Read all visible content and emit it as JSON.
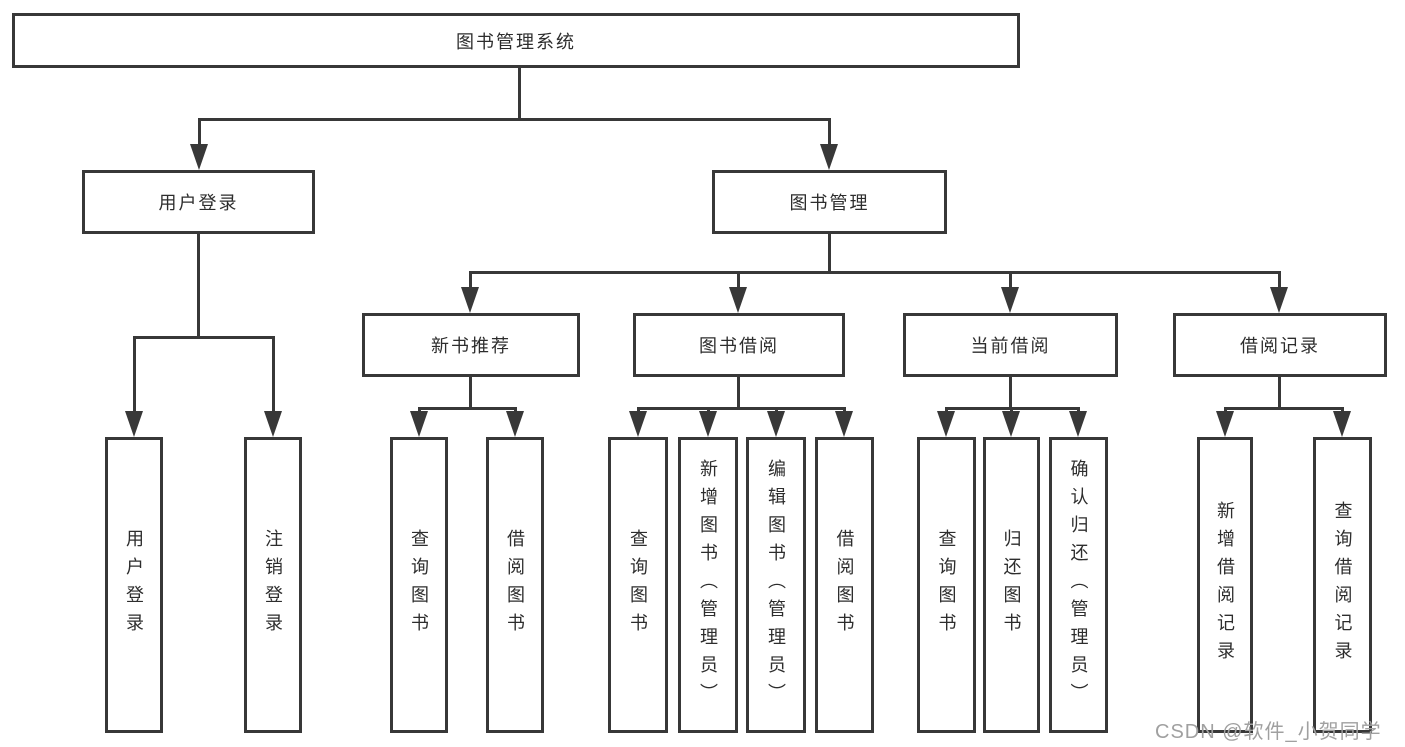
{
  "tree": {
    "label": "图书管理系统",
    "children": [
      {
        "label": "用户登录",
        "children": [
          {
            "label": "用户登录"
          },
          {
            "label": "注销登录"
          }
        ]
      },
      {
        "label": "图书管理",
        "children": [
          {
            "label": "新书推荐",
            "children": [
              {
                "label": "查询图书"
              },
              {
                "label": "借阅图书"
              }
            ]
          },
          {
            "label": "图书借阅",
            "children": [
              {
                "label": "查询图书"
              },
              {
                "label": "新增图书（管理员）"
              },
              {
                "label": "编辑图书（管理员）"
              },
              {
                "label": "借阅图书"
              }
            ]
          },
          {
            "label": "当前借阅",
            "children": [
              {
                "label": "查询图书"
              },
              {
                "label": "归还图书"
              },
              {
                "label": "确认归还（管理员）"
              }
            ]
          },
          {
            "label": "借阅记录",
            "children": [
              {
                "label": "新增借阅记录"
              },
              {
                "label": "查询借阅记录"
              }
            ]
          }
        ]
      }
    ]
  },
  "watermark": "CSDN @软件_小贺同学",
  "colors": {
    "line": "#383838",
    "text": "#2d2d2d",
    "watermark": "#a0a0a0",
    "background": "#ffffff"
  }
}
